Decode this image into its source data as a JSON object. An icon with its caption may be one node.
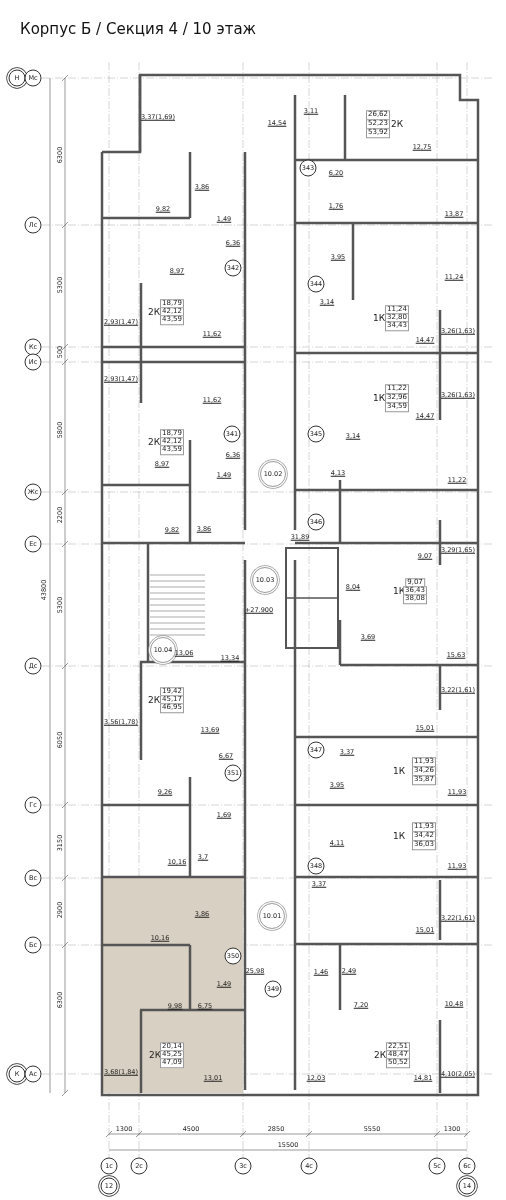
{
  "diagram": {
    "title": "Корпус Б / Секция 4 / 10 этаж",
    "labels": [
      "Н",
      "Мс",
      "3,37(1,69)",
      "14,54",
      "3,11",
      "26,62",
      "52,23",
      "53,92",
      "2К",
      "12,75",
      "6300",
      "343",
      "6,20",
      "3,86",
      "9,82",
      "1,76",
      "13,87",
      "1,49",
      "Лс",
      "6,36",
      "3,95",
      "342",
      "8,97",
      "11,24",
      "344",
      "5300",
      "3,14",
      "2,93(1,47)",
      "2К",
      "18,79",
      "42,12",
      "43,59",
      "1К",
      "11,24",
      "32,80",
      "34,43",
      "3,26(1,63)",
      "11,62",
      "14,47",
      "Кс",
      "500",
      "Ис",
      "2,93(1,47)",
      "1К",
      "11,22",
      "32,96",
      "34,59",
      "3,26(1,63)",
      "11,62",
      "14,47",
      "5800",
      "341",
      "345",
      "3,14",
      "2К",
      "18,79",
      "42,12",
      "43,59",
      "6,36",
      "8,97",
      "1,49",
      "10.02",
      "4,13",
      "11,22",
      "Жс",
      "2200",
      "346",
      "9,82",
      "3,86",
      "31,89",
      "Ес",
      "3,29(1,65)",
      "9,07",
      "10.03",
      "8,04",
      "43800",
      "1К",
      "9,07",
      "36,43",
      "38,08",
      "5300",
      "+27.900",
      "3,69",
      "10.04",
      "13,06",
      "13,34",
      "15,63",
      "Дс",
      "2К",
      "19,42",
      "45,17",
      "46,95",
      "3,22(1,61)",
      "3,56(1,78)",
      "13,69",
      "15,01",
      "6050",
      "347",
      "3,37",
      "6,67",
      "1К",
      "11,93",
      "34,26",
      "35,87",
      "351",
      "3,95",
      "9,26",
      "11,93",
      "Гс",
      "1,69",
      "1К",
      "11,93",
      "34,42",
      "36,03",
      "3150",
      "4,11",
      "3,7",
      "10,16",
      "348",
      "11,93",
      "Вс",
      "3,37",
      "2900",
      "3,86",
      "10.01",
      "3,22(1,61)",
      "15,01",
      "10,16",
      "Бс",
      "350",
      "25,98",
      "1,46",
      "2,49",
      "1,49",
      "349",
      "6300",
      "9,98",
      "6,75",
      "7,20",
      "10,48",
      "2К",
      "20,14",
      "45,25",
      "47,09",
      "2К",
      "22,51",
      "48,47",
      "50,52",
      "К",
      "Ас",
      "3,68(1,84)",
      "13,01",
      "12,03",
      "14,81",
      "4,10(2,05)",
      "1300",
      "4500",
      "2850",
      "5550",
      "1300",
      "15500",
      "1с",
      "2с",
      "3с",
      "4с",
      "5с",
      "6с",
      "12",
      "14"
    ]
  }
}
